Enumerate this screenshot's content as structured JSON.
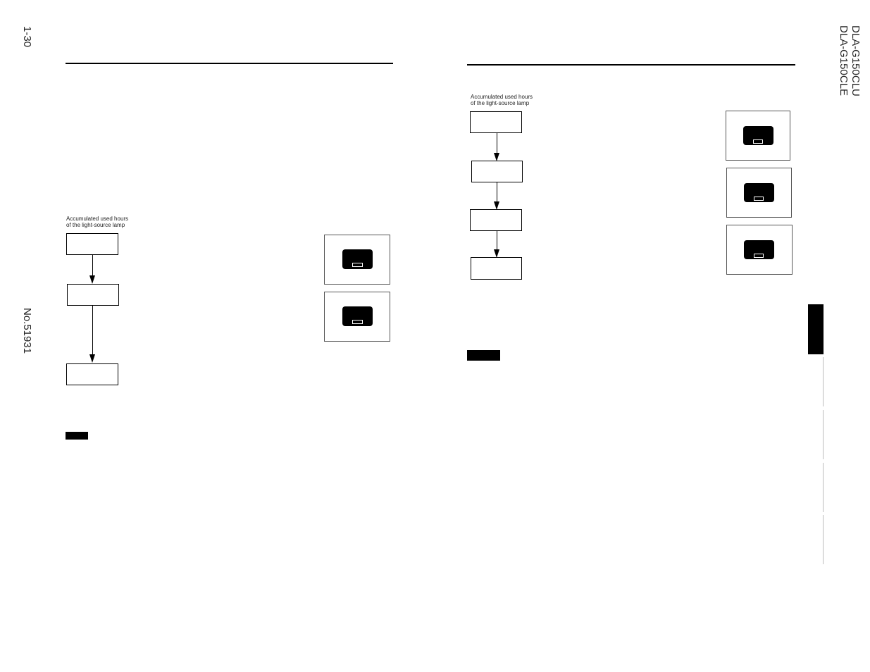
{
  "page": {
    "page_number": "1-30",
    "doc_number": "No.51931",
    "models": [
      "DLA-G150CLU",
      "DLA-G150CLE"
    ]
  },
  "left": {
    "caption_line1": "Accumulated used hours",
    "caption_line2": "of the light-source lamp"
  },
  "right": {
    "caption_line1": "Accumulated used hours",
    "caption_line2": "of the light-source lamp"
  }
}
